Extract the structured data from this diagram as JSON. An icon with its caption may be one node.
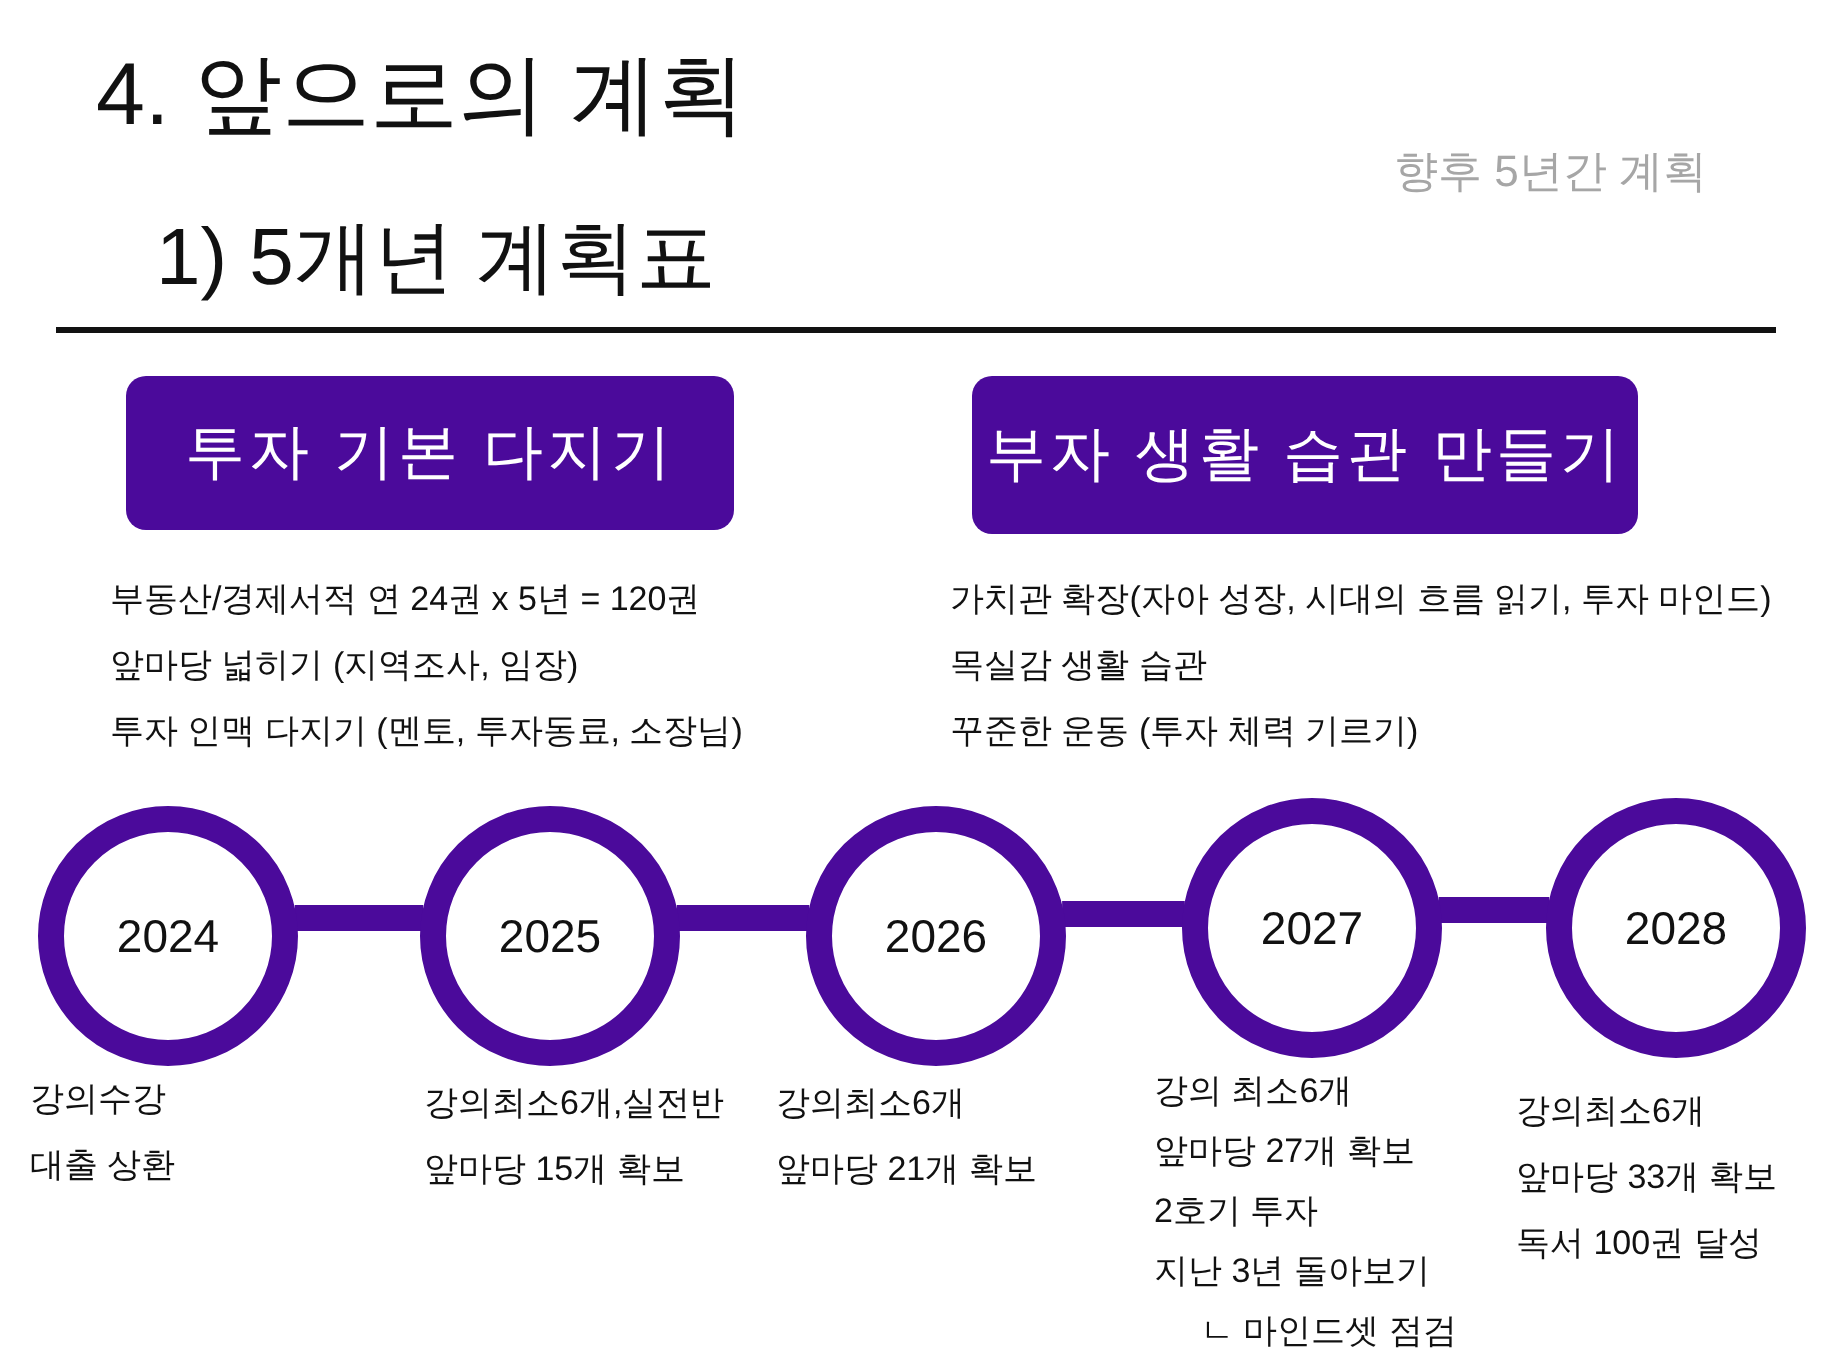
{
  "diagram": {
    "title": "4. 앞으로의 계획",
    "nodes": [
      {
        "text": [
          "투자 기본 다지기"
        ],
        "beside": [
          "부동산/경제서적 연 24권 x 5년 = 120권",
          "앞마당 넓히기 (지역조사, 임장)",
          "투자 인맥 다지기 (멘토, 투자동료, 소장님)"
        ]
      },
      {
        "text": [
          "부자 생활 습관 만들기"
        ],
        "beside": [
          "가치관 확장(자아 성장, 시대의 흐름 읽기, 투자 마인드)",
          "목실감 생활 습관",
          "꾸준한 운동 (투자 체력 기르기)"
        ]
      },
      {
        "text": [
          "2024"
        ],
        "beside": [
          "강의수강",
          "대출 상환"
        ]
      },
      {
        "text": [
          "2025"
        ],
        "beside": [
          "강의최소6개,실전반",
          "앞마당 15개 확보"
        ]
      },
      {
        "text": [
          "2026"
        ],
        "beside": [
          "강의최소6개",
          "앞마당 21개 확보"
        ]
      },
      {
        "text": [
          "2027"
        ],
        "beside": [
          "강의 최소6개",
          "앞마당 27개 확보",
          "2호기 투자",
          "지난 3년 돌아보기",
          "ㄴ 마인드셋 점검"
        ]
      },
      {
        "text": [
          "2028"
        ],
        "beside": [
          "강의최소6개",
          "앞마당 33개 확보",
          "독서 100권 달성"
        ]
      }
    ],
    "edges": [
      {
        "from": 2,
        "to": 3,
        "arrow": "none"
      },
      {
        "from": 3,
        "to": 4,
        "arrow": "none"
      },
      {
        "from": 4,
        "to": 5,
        "arrow": "none"
      },
      {
        "from": 5,
        "to": 6,
        "arrow": "none"
      }
    ],
    "labels": [
      "1) 5개년 계획표",
      "향후 5년간 계획"
    ]
  }
}
